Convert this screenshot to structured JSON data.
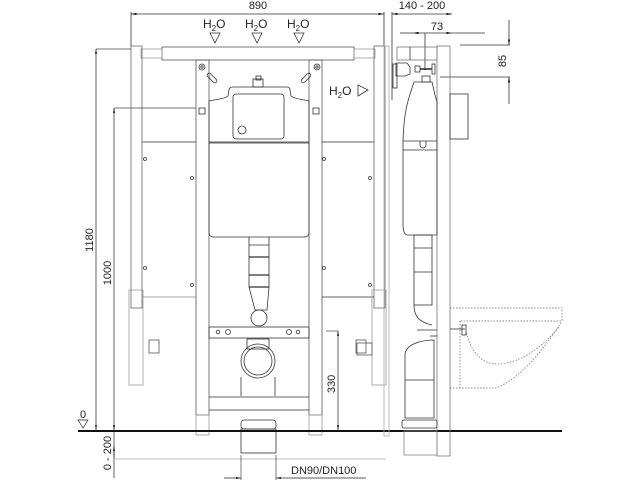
{
  "drawing": {
    "title": "Wall-hung WC installation frame – technical dimension drawing",
    "colors": {
      "line": "#333333",
      "light_line": "#999999",
      "dotted": "#888888",
      "floor": "#111111",
      "background": "#ffffff"
    }
  },
  "front_view": {
    "width_dim": "890",
    "water_labels": [
      {
        "text": "H",
        "sub": "2",
        "tail": "O"
      },
      {
        "text": "H",
        "sub": "2",
        "tail": "O"
      },
      {
        "text": "H",
        "sub": "2",
        "tail": "O"
      }
    ],
    "side_water_label": {
      "text": "H",
      "sub": "2",
      "tail": "O"
    },
    "height_total": "1180",
    "height_upper": "1000",
    "height_drain": "330",
    "floor_level": "0",
    "floor_depth": "0 - 200",
    "drain_pipe": "DN90/DN100"
  },
  "side_view": {
    "depth_dim": "140 - 200",
    "offset_dim": "73",
    "top_offset_dim": "85"
  }
}
